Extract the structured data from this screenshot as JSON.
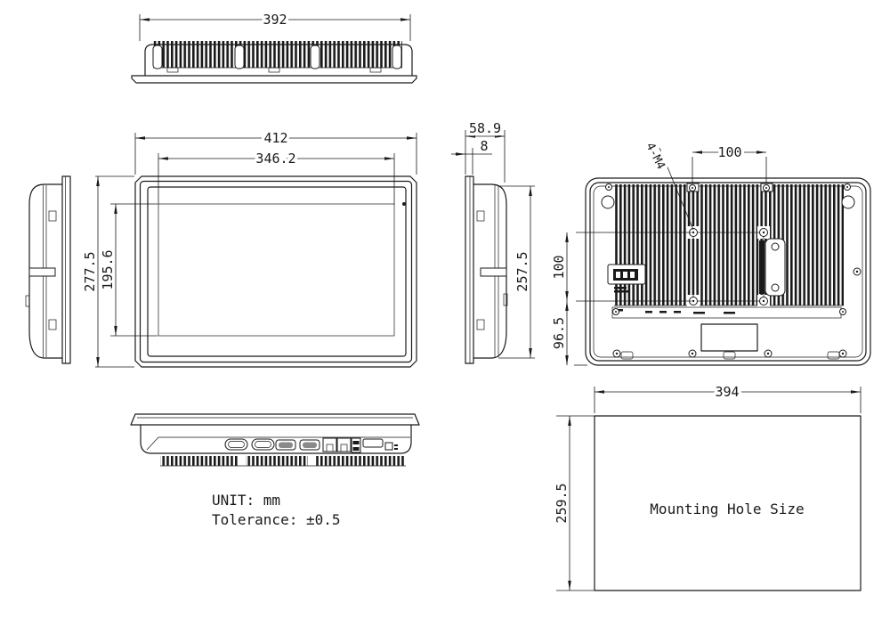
{
  "drawing": {
    "views": {
      "top": {
        "width": "392"
      },
      "front": {
        "outer_width": "412",
        "display_width": "346.2",
        "outer_height": "277.5",
        "display_height": "195.6"
      },
      "side": {
        "depth": "58.9",
        "bezel_thickness": "8",
        "body_height": "257.5"
      },
      "rear": {
        "vesa_thread": "4-M4",
        "vesa_spacing_h": "100",
        "vesa_spacing_v": "100",
        "vesa_to_bottom": "96.5"
      },
      "mounting": {
        "label": "Mounting Hole Size",
        "cutout_width": "394",
        "cutout_height": "259.5"
      }
    },
    "notes": {
      "unit": "UNIT: mm",
      "tolerance": "Tolerance: ±0.5"
    },
    "colors": {
      "line": "#1a1a1a",
      "background": "#ffffff"
    }
  }
}
